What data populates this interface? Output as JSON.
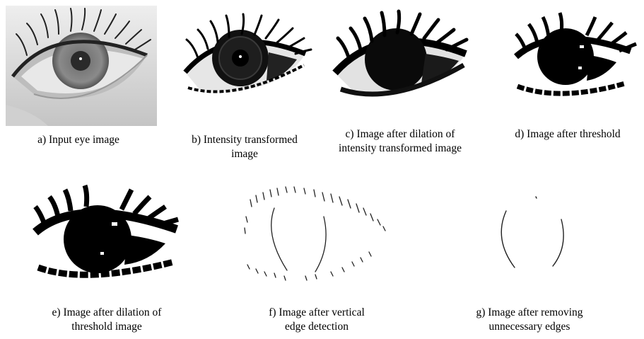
{
  "figure": {
    "panels": [
      {
        "id": "a",
        "caption_lines": [
          "a) Input eye image"
        ]
      },
      {
        "id": "b",
        "caption_lines": [
          "b) Intensity transformed",
          "image"
        ]
      },
      {
        "id": "c",
        "caption_lines": [
          "c) Image after dilation of",
          "intensity transformed image"
        ]
      },
      {
        "id": "d",
        "caption_lines": [
          "d) Image after threshold"
        ]
      },
      {
        "id": "e",
        "caption_lines": [
          "e) Image after dilation of",
          "threshold image"
        ]
      },
      {
        "id": "f",
        "caption_lines": [
          "f) Image after vertical",
          "edge detection"
        ]
      },
      {
        "id": "g",
        "caption_lines": [
          "g) Image after removing",
          "unnecessary edges"
        ]
      }
    ]
  }
}
